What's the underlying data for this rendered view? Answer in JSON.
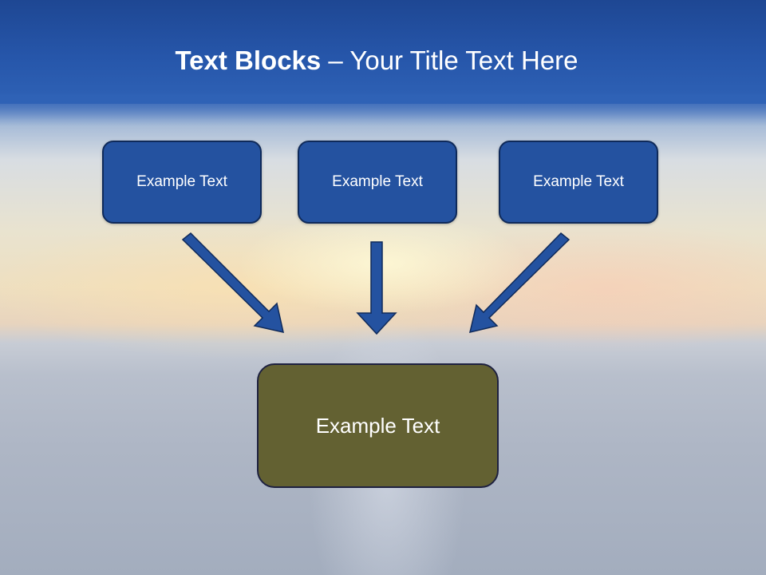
{
  "slide": {
    "title_bold": "Text Blocks",
    "title_dash": " – ",
    "title_rest": "Your Title Text Here"
  },
  "blocks": {
    "top": [
      {
        "label": "Example Text"
      },
      {
        "label": "Example Text"
      },
      {
        "label": "Example Text"
      }
    ],
    "center": {
      "label": "Example Text"
    }
  },
  "colors": {
    "title_bar": "#2656aa",
    "top_box_fill": "#2452a0",
    "center_box_fill": "#636132",
    "arrow_fill": "#2452a0",
    "arrow_stroke": "#0f2a5a"
  }
}
